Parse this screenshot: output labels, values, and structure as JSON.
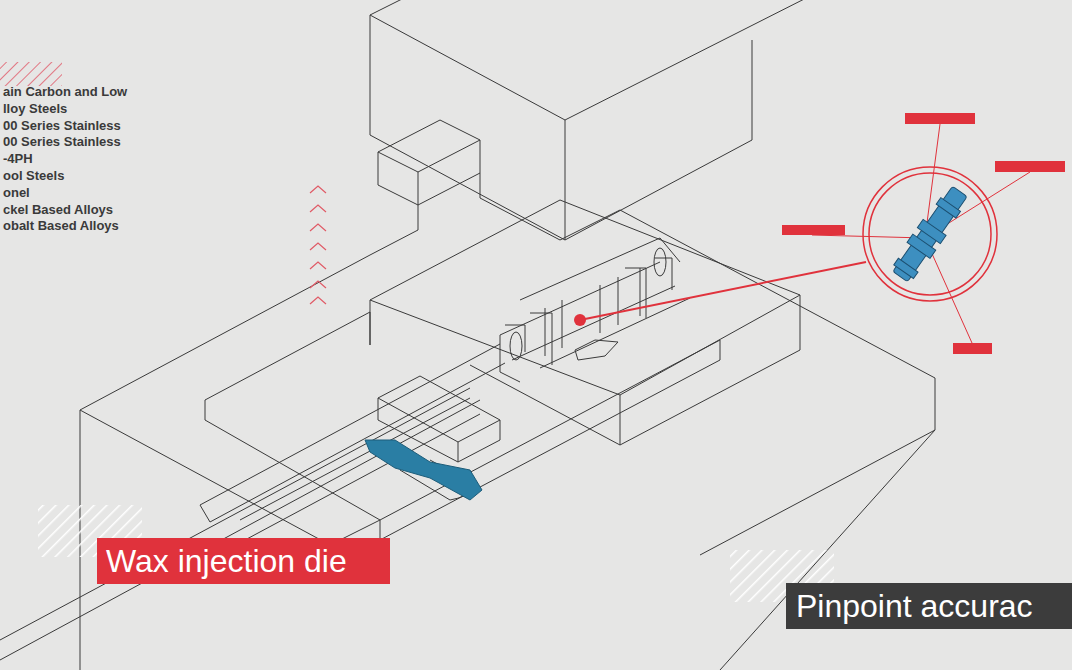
{
  "diagram": {
    "nodes": [
      {
        "text": [
          "Wax injection die"
        ]
      },
      {
        "text": [
          "Pinpoint accurac"
        ]
      }
    ],
    "labels": [
      "ain Carbon and Low",
      "lloy Steels",
      "00 Series Stainless",
      "00 Series Stainless",
      "-4PH",
      "ool Steels",
      "onel",
      "ckel Based Alloys",
      "obalt Based Alloys"
    ]
  }
}
